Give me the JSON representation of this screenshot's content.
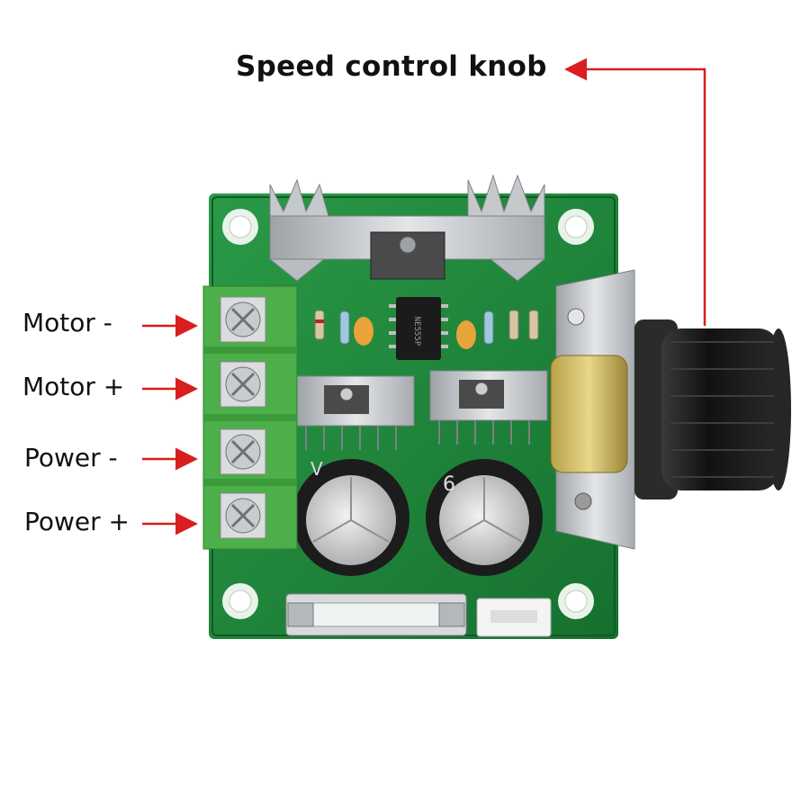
{
  "annotations": {
    "knob_label": "Speed control knob",
    "terminals": [
      {
        "id": "motor-minus",
        "label": "Motor -"
      },
      {
        "id": "motor-plus",
        "label": "Motor +"
      },
      {
        "id": "power-minus",
        "label": "Power -"
      },
      {
        "id": "power-plus",
        "label": "Power +"
      }
    ]
  },
  "pcb_markings": {
    "ic_text": "NE555P",
    "cap_left": "V",
    "cap_right": "6"
  },
  "colors": {
    "pcb_green": "#1f8a3c",
    "terminal_green": "#4fb04a",
    "arrow_red": "#d81e1e",
    "heatsink_silver": "#c9cccf",
    "knob_black": "#1a1a1a"
  }
}
